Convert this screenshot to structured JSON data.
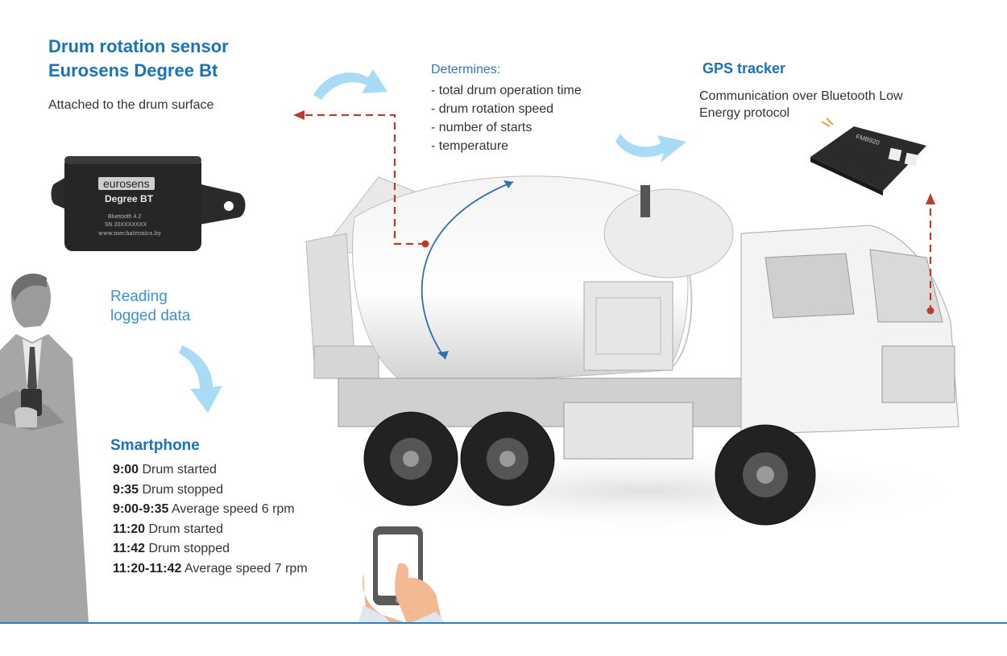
{
  "sensor": {
    "title_line1": "Drum rotation sensor",
    "title_line2": "Eurosens Degree Bt",
    "subtitle": "Attached to the drum surface",
    "device_brand": "eurosens",
    "device_model": "Degree BT",
    "device_bluetooth": "Bluetooth 4.2",
    "device_serial": "SN 20XXXXXXX",
    "device_site": "www.mechatronics.by"
  },
  "determines": {
    "heading": "Determines:",
    "items": [
      "- total drum operation time",
      "- drum rotation speed",
      "- number of starts",
      "- temperature"
    ]
  },
  "gps": {
    "title": "GPS tracker",
    "desc_line1": "Communication over Bluetooth Low",
    "desc_line2": "Energy protocol",
    "device_label": "FMB920"
  },
  "reading": {
    "line1": "Reading",
    "line2": "logged data"
  },
  "smartphone": {
    "title": "Smartphone",
    "log": [
      {
        "time": "9:00",
        "text": "Drum started"
      },
      {
        "time": "9:35",
        "text": "Drum stopped"
      },
      {
        "time": "9:00-9:35",
        "text": " Average speed 6 rpm"
      },
      {
        "time": "11:20",
        "text": "Drum started"
      },
      {
        "time": "11:42",
        "text": "Drum stopped"
      },
      {
        "time": "11:20-11:42",
        "text": "Average speed 7 rpm"
      }
    ]
  },
  "colors": {
    "title_blue": "#1a73b8",
    "accent_blue": "#7fc4f0",
    "dashed_red": "#c0392b",
    "rule_blue": "#2f7fc0"
  },
  "icons": [
    "curved-arrow-icon",
    "person-illustration",
    "tablet-hand-icon",
    "truck-illustration",
    "sensor-device",
    "gps-tracker-device"
  ]
}
